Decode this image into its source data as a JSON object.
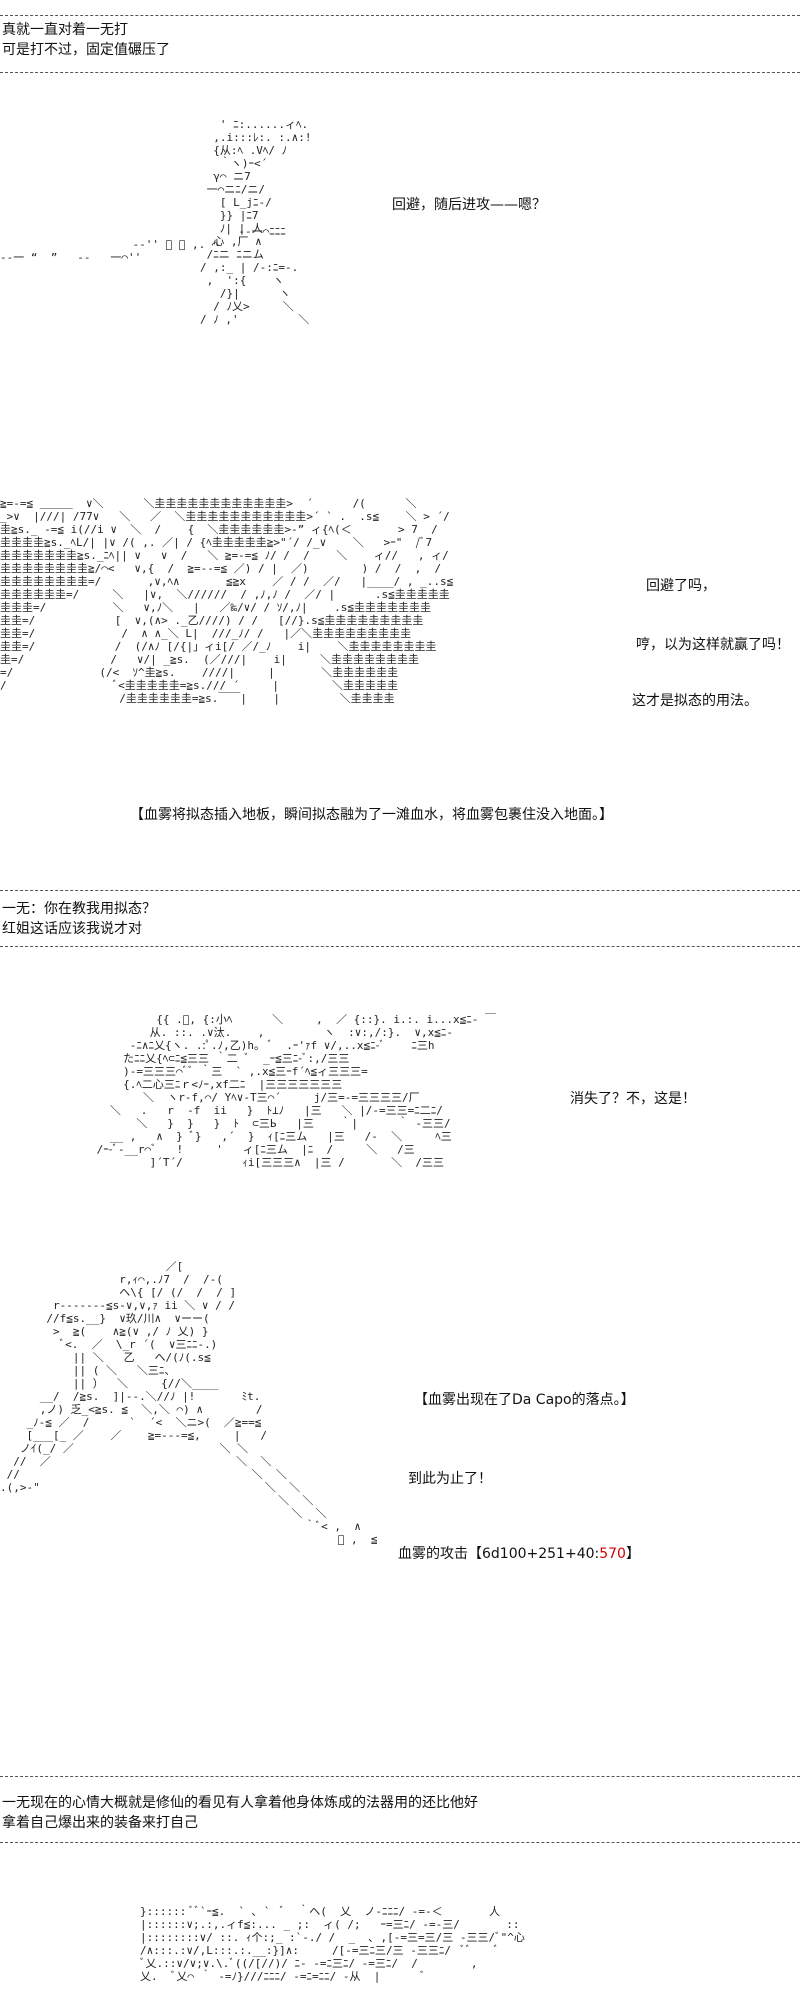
{
  "comments": [
    [
      "真就一直对着一无打",
      "可是打不过，固定值碾压了"
    ],
    [
      "一无：你在教我用拟态？",
      "红姐这话应该我说才对"
    ],
    [
      "一无现在的心情大概就是修仙的看见有人拿着他身体炼成的法器用的还比他好",
      "拿着自己爆出来的装备来打自己"
    ]
  ],
  "dialogue": {
    "dodge": "回避，随后进攻——嗯？",
    "dodged": "回避了吗，",
    "hmph": "哼，以为这样就赢了吗！",
    "mimic_usage": "这才是拟态的用法。",
    "blood_mist_insert": "【血雾将拟态插入地板，瞬间拟态融为了一滩血水，将血雾包裹住没入地面。】",
    "vanished": "消失了？不，这是！",
    "appeared": "【血雾出现在了Da Capo的落点。】",
    "end_here": "到此为止了！",
    "attack_prefix": "血雾的攻击【6d100+251+40:",
    "attack_value": "570",
    "attack_suffix": "】"
  }
}
